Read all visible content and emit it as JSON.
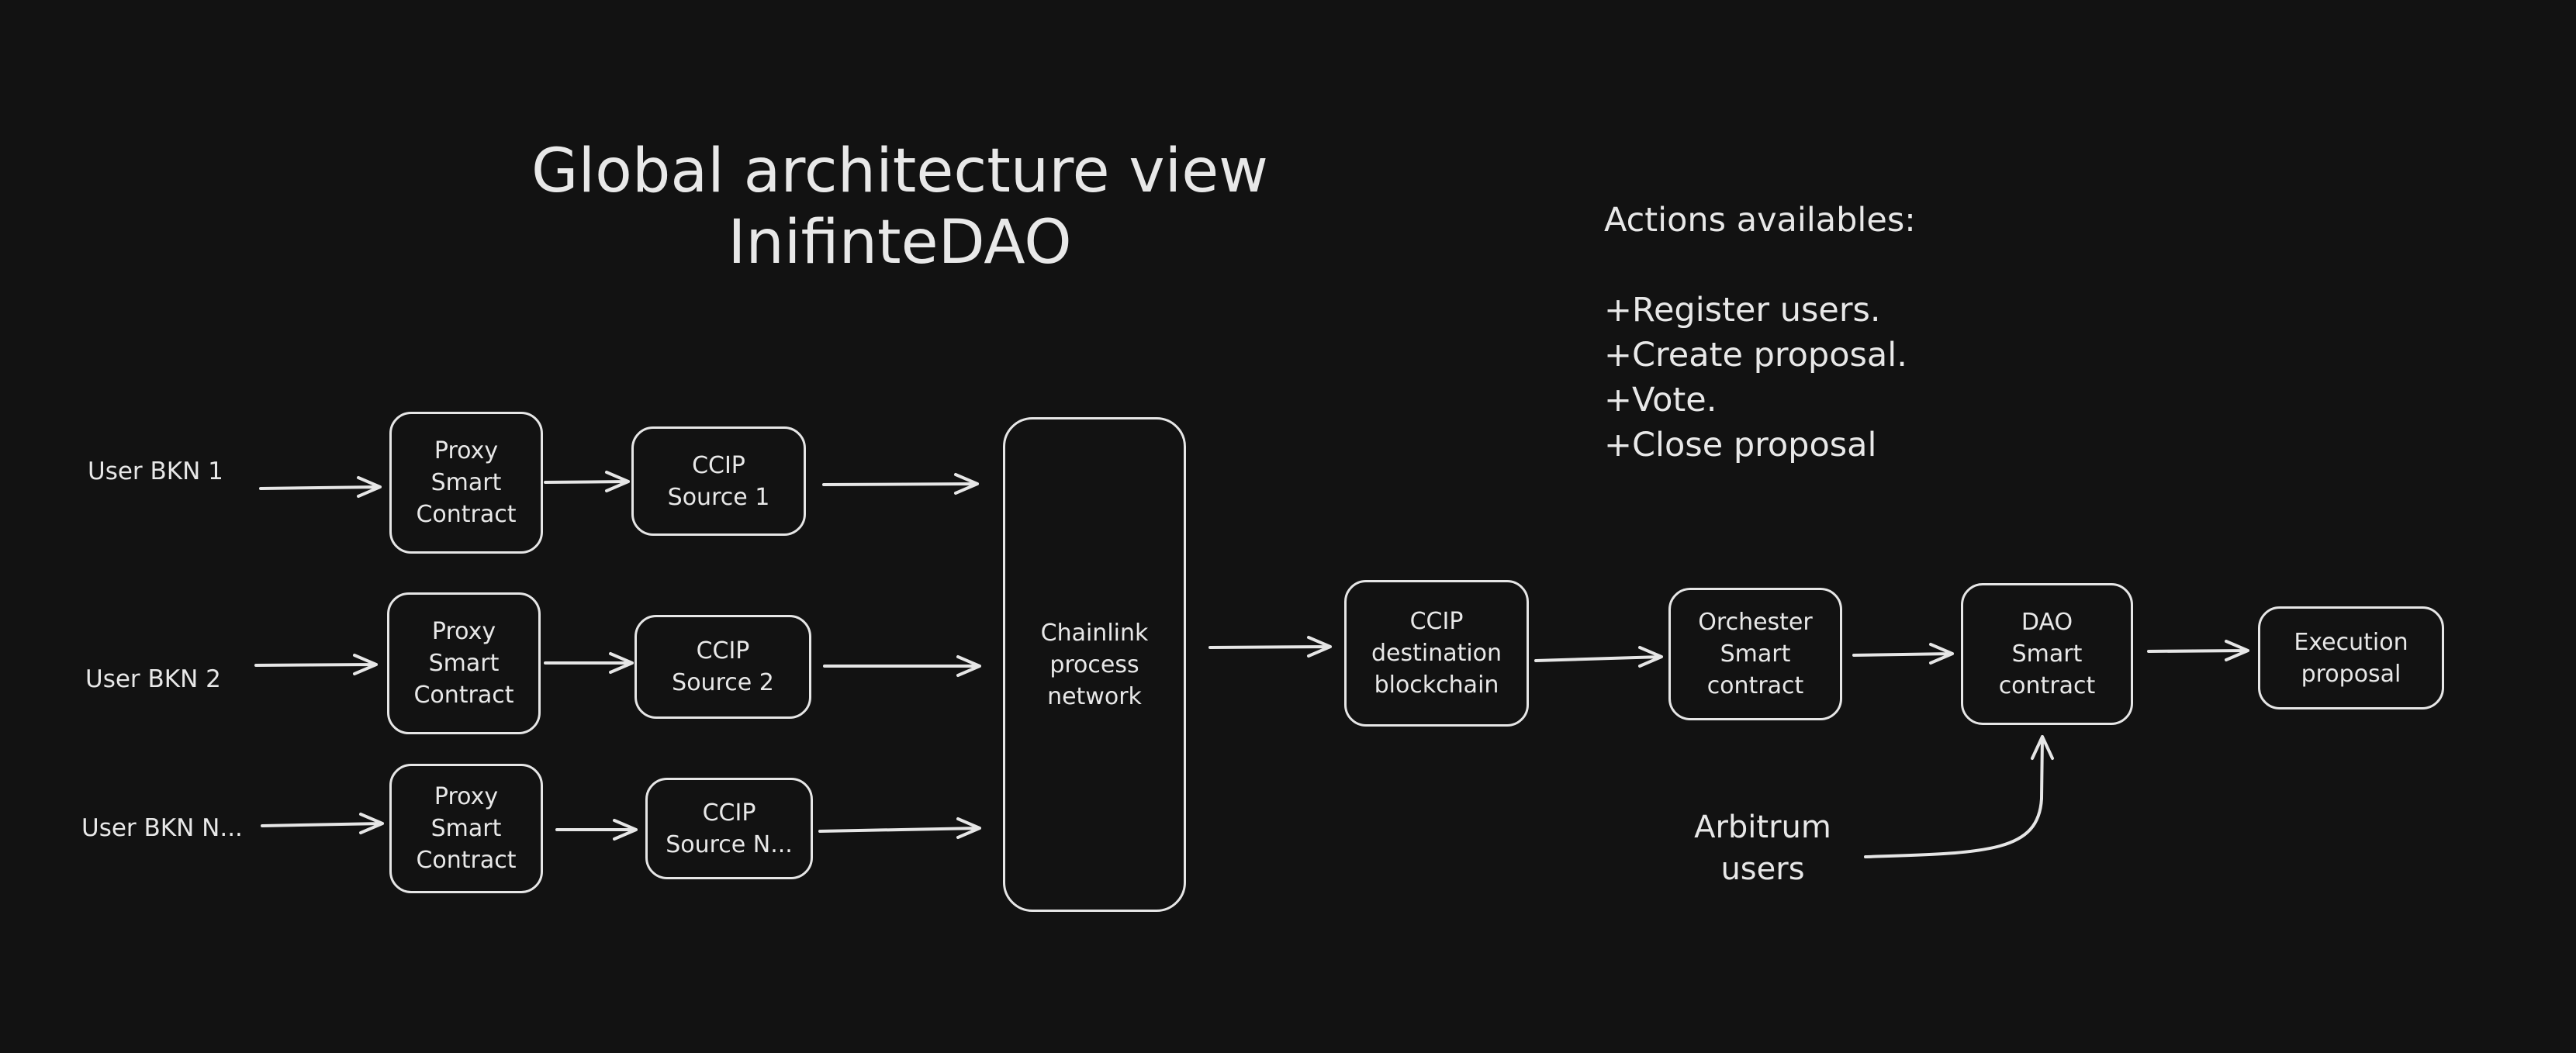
{
  "title": {
    "line1": "Global architecture view",
    "line2": "InifinteDAO"
  },
  "users": {
    "bkn1": "User BKN 1",
    "bkn2": "User BKN 2",
    "bknN": "User BKN N..."
  },
  "nodes": {
    "proxy1": "Proxy\nSmart\nContract",
    "proxy2": "Proxy\nSmart\nContract",
    "proxyN": "Proxy\nSmart\nContract",
    "ccip1": "CCIP\nSource 1",
    "ccip2": "CCIP\nSource 2",
    "ccipN": "CCIP\nSource N...",
    "chainlink": "Chainlink\nprocess\nnetwork",
    "ccipDest": "CCIP\ndestination\nblockchain",
    "orchester": "Orchester\nSmart\ncontract",
    "dao": "DAO\nSmart\ncontract",
    "execution": "Execution\nproposal"
  },
  "arbitrum": {
    "line1": "Arbitrum",
    "line2": "users"
  },
  "actions": {
    "heading": "Actions availables:",
    "items": [
      "+Register users.",
      "+Create proposal.",
      "+Vote.",
      "+Close proposal"
    ]
  },
  "colors": {
    "background": "#121212",
    "stroke": "#e6e6e6",
    "text": "#e8e8e8"
  }
}
